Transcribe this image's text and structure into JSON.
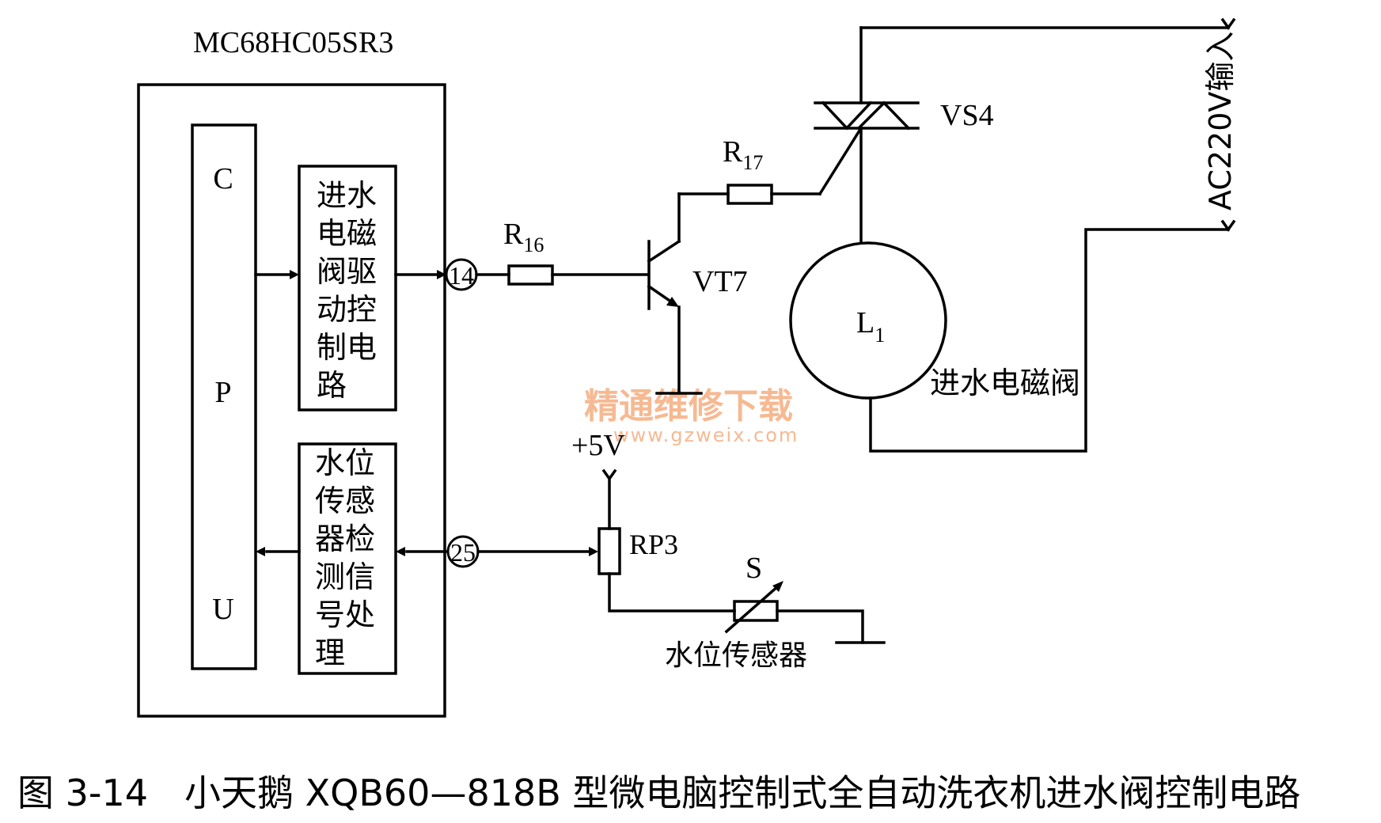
{
  "chip_label": "MC68HC05SR3",
  "cpu_letters": [
    "C",
    "P",
    "U"
  ],
  "drive_block": [
    "进水",
    "电磁",
    "阀驱",
    "动控",
    "制电",
    "路"
  ],
  "sense_block": [
    "水位",
    "传感",
    "器检",
    "测信",
    "号处",
    "理"
  ],
  "pins": {
    "p14": "14",
    "p25": "25"
  },
  "components": {
    "r16_main": "R",
    "r16_sub": "16",
    "r17_main": "R",
    "r17_sub": "17",
    "vt7": "VT7",
    "vs4": "VS4",
    "l1_main": "L",
    "l1_sub": "1",
    "rp3": "RP3",
    "s": "S"
  },
  "power_label": "+5V",
  "ac_input_label": "AC220V输入",
  "valve_label": "进水电磁阀",
  "sensor_label": "水位传感器",
  "watermark": {
    "cn": "精通维修下载",
    "url": "www.gzweix.com",
    "color": "#f4a878"
  },
  "caption": "图 3-14　小天鹅 XQB60—818B 型微电脑控制式全自动洗衣机进水阀控制电路"
}
